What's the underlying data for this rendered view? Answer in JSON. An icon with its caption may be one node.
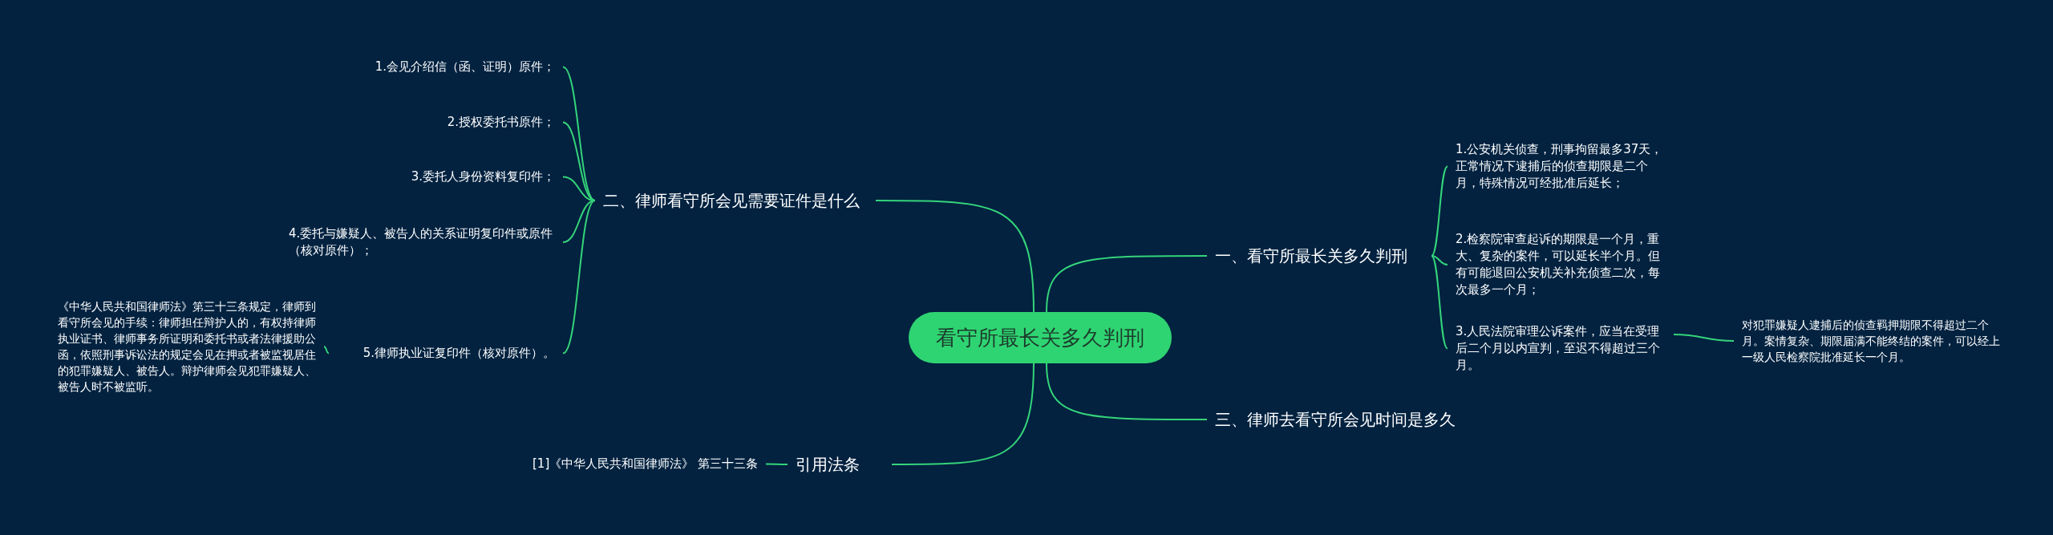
{
  "diagram": {
    "nodes": [
      {
        "text": [
          "看守所最长关多久判刑"
        ]
      },
      {
        "text": [
          "一、看守所最长关多久判刑"
        ]
      },
      {
        "text": [
          "1.公安机关侦查，刑事拘留最多37天，正常情况下逮捕后的侦查期限是二个月，特殊情况可经批准后延长；"
        ]
      },
      {
        "text": [
          "2.检察院审查起诉的期限是一个月，重大、复杂的案件，可以延长半个月。但有可能退回公安机关补充侦查二次，每次最多一个月；"
        ]
      },
      {
        "text": [
          "3.人民法院审理公诉案件，应当在受理后二个月以内宣判，至迟不得超过三个月。"
        ]
      },
      {
        "text": [
          "对犯罪嫌疑人逮捕后的侦查羁押期限不得超过二个月。案情复杂、期限届满不能终结的案件，可以经上一级人民检察院批准延长一个月。"
        ]
      },
      {
        "text": [
          "二、律师看守所会见需要证件是什么"
        ]
      },
      {
        "text": [
          "1.会见介绍信（函、证明）原件；"
        ]
      },
      {
        "text": [
          "2.授权委托书原件；"
        ]
      },
      {
        "text": [
          "3.委托人身份资料复印件；"
        ]
      },
      {
        "text": [
          "4.委托与嫌疑人、被告人的关系证明复印件或原件（核对原件）；"
        ]
      },
      {
        "text": [
          "5.律师执业证复印件（核对原件）。"
        ]
      },
      {
        "text": [
          "《中华人民共和国律师法》第三十三条规定，律师到看守所会见的手续：律师担任辩护人的，有权持律师执业证书、律师事务所证明和委托书或者法律援助公函，依照刑事诉讼法的规定会见在押或者被监视居住的犯罪嫌疑人、被告人。辩护律师会见犯罪嫌疑人、被告人时不被监听。"
        ]
      },
      {
        "text": [
          "三、律师去看守所会见时间是多久"
        ]
      },
      {
        "text": [
          "引用法条"
        ]
      },
      {
        "text": [
          "[1]《中华人民共和国律师法》 第三十三条"
        ]
      }
    ],
    "edges": [
      {
        "from": 0,
        "to": 1,
        "arrow": "none"
      },
      {
        "from": 1,
        "to": 2,
        "arrow": "none"
      },
      {
        "from": 1,
        "to": 3,
        "arrow": "none"
      },
      {
        "from": 1,
        "to": 4,
        "arrow": "none"
      },
      {
        "from": 4,
        "to": 5,
        "arrow": "none"
      },
      {
        "from": 0,
        "to": 6,
        "arrow": "none"
      },
      {
        "from": 6,
        "to": 7,
        "arrow": "none"
      },
      {
        "from": 6,
        "to": 8,
        "arrow": "none"
      },
      {
        "from": 6,
        "to": 9,
        "arrow": "none"
      },
      {
        "from": 6,
        "to": 10,
        "arrow": "none"
      },
      {
        "from": 6,
        "to": 11,
        "arrow": "none"
      },
      {
        "from": 11,
        "to": 12,
        "arrow": "none"
      },
      {
        "from": 0,
        "to": 13,
        "arrow": "none"
      },
      {
        "from": 0,
        "to": 14,
        "arrow": "none"
      },
      {
        "from": 14,
        "to": 15,
        "arrow": "none"
      }
    ]
  }
}
